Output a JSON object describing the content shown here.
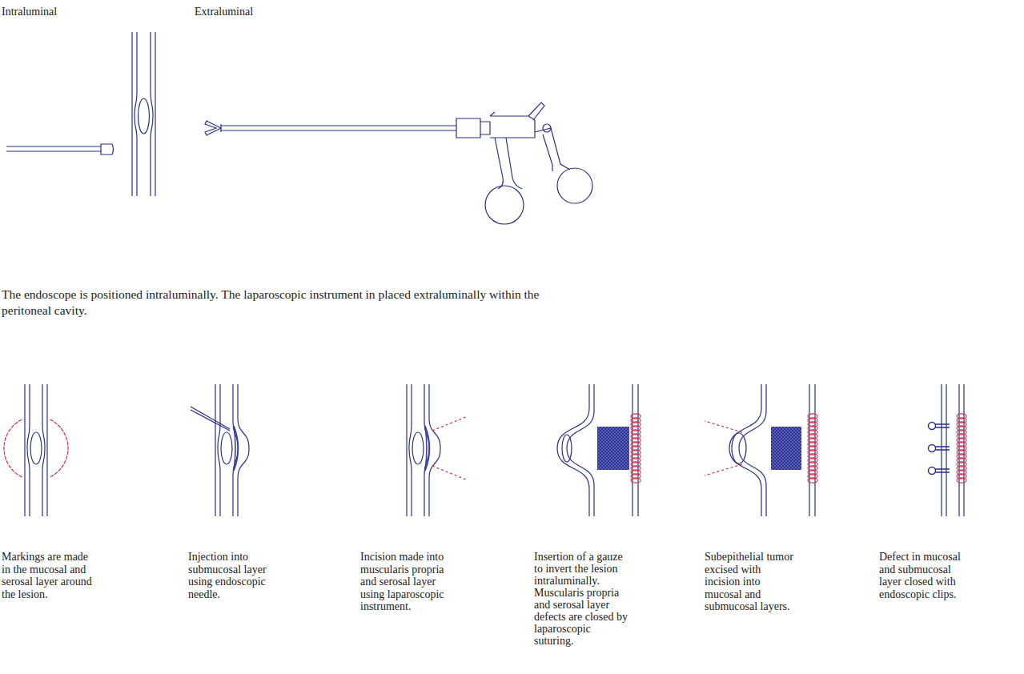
{
  "diagram": {
    "labels": [
      "Intraluminal",
      "Extraluminal",
      "The endoscope is positioned intraluminally. The laparoscopic instrument in placed extraluminally within the peritoneal cavity.",
      "Markings are made in the mucosal and serosal layer around the lesion.",
      "Injection into submucosal layer using endoscopic needle.",
      "Incision made into muscularis propria and serosal layer using laparoscopic instrument.",
      "Insertion of a gauze to invert the lesion intraluminally. Muscularis propria and serosal layer defects are closed by laparoscopic suturing.",
      "Subepithelial tumor excised with incision into mucosal and submucosal layers.",
      "Defect in mucosal and submucosal layer closed with endoscopic clips."
    ]
  }
}
